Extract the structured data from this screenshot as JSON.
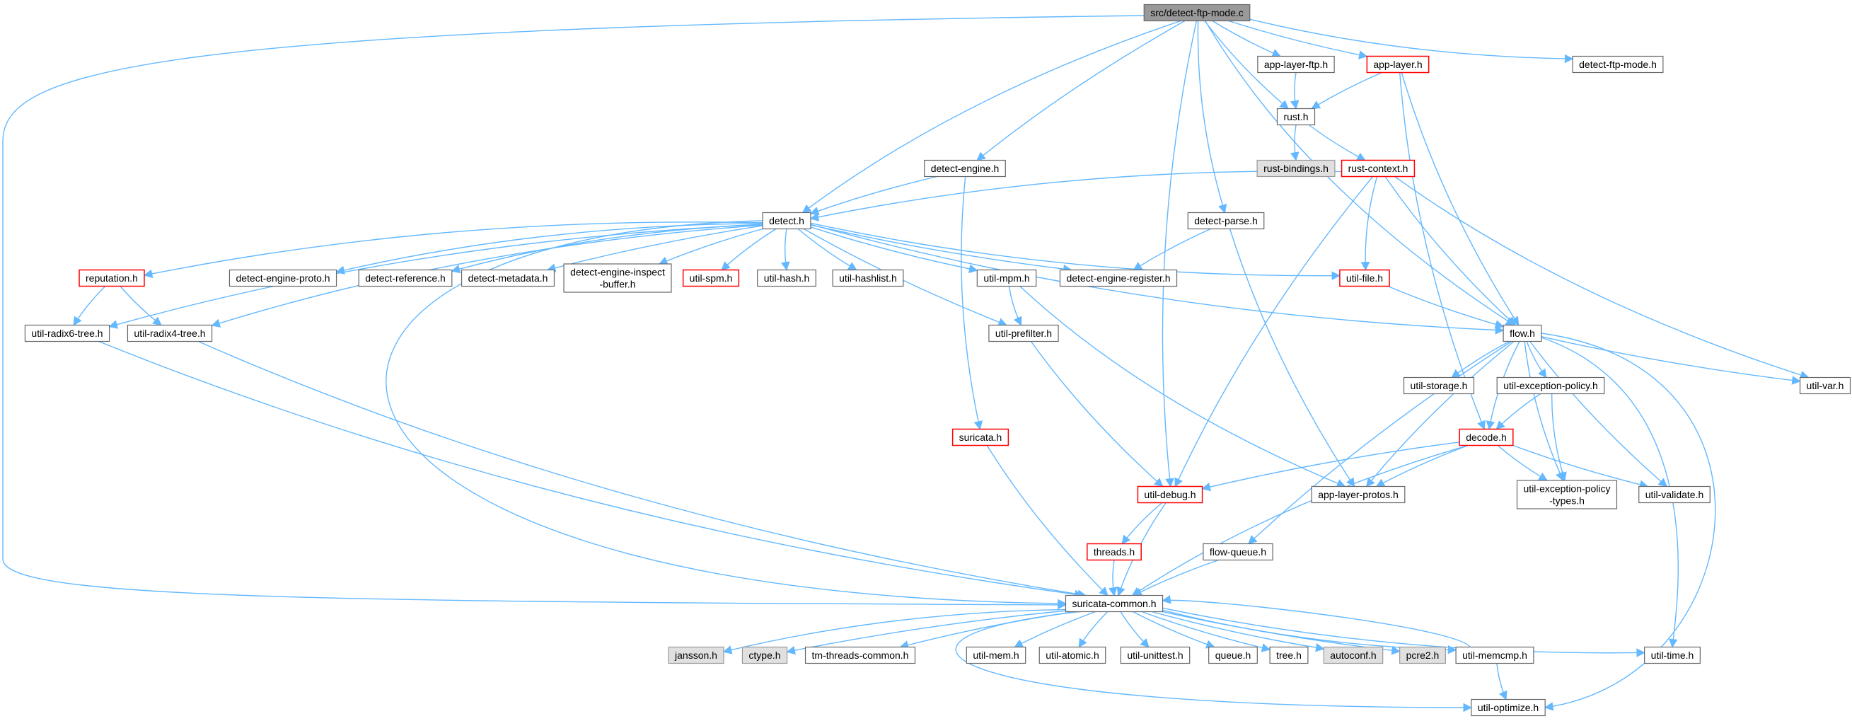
{
  "colors": {
    "edge": "#63b8ff",
    "node_border": "#666666",
    "root_fill": "#999999",
    "root_border": "#666666",
    "red_border": "#ff0000",
    "gray_fill": "#e0e0e0",
    "gray_border": "#999999",
    "white_fill": "#ffffff"
  },
  "nodes": [
    {
      "id": "root",
      "label": "src/detect-ftp-mode.c",
      "style": "root"
    },
    {
      "id": "applayerftp",
      "label": "app-layer-ftp.h",
      "style": "normal"
    },
    {
      "id": "applayer",
      "label": "app-layer.h",
      "style": "red"
    },
    {
      "id": "detectftpmode",
      "label": "detect-ftp-mode.h",
      "style": "normal"
    },
    {
      "id": "rust",
      "label": "rust.h",
      "style": "normal"
    },
    {
      "id": "rustbindings",
      "label": "rust-bindings.h",
      "style": "gray"
    },
    {
      "id": "rustcontext",
      "label": "rust-context.h",
      "style": "red"
    },
    {
      "id": "detectengine",
      "label": "detect-engine.h",
      "style": "normal"
    },
    {
      "id": "detect",
      "label": "detect.h",
      "style": "normal"
    },
    {
      "id": "detectparse",
      "label": "detect-parse.h",
      "style": "normal"
    },
    {
      "id": "reputation",
      "label": "reputation.h",
      "style": "red"
    },
    {
      "id": "detectengineproto",
      "label": "detect-engine-proto.h",
      "style": "normal"
    },
    {
      "id": "detectreference",
      "label": "detect-reference.h",
      "style": "normal"
    },
    {
      "id": "detectmetadata",
      "label": "detect-metadata.h",
      "style": "normal"
    },
    {
      "id": "detectengineinspect",
      "label": "detect-engine-inspect",
      "label2": "-buffer.h",
      "style": "normal"
    },
    {
      "id": "utilspm",
      "label": "util-spm.h",
      "style": "red"
    },
    {
      "id": "utilhash",
      "label": "util-hash.h",
      "style": "normal"
    },
    {
      "id": "utilhashlist",
      "label": "util-hashlist.h",
      "style": "normal"
    },
    {
      "id": "utilmpm",
      "label": "util-mpm.h",
      "style": "normal"
    },
    {
      "id": "detectengineregister",
      "label": "detect-engine-register.h",
      "style": "normal"
    },
    {
      "id": "utilfile",
      "label": "util-file.h",
      "style": "red"
    },
    {
      "id": "utilradix6",
      "label": "util-radix6-tree.h",
      "style": "normal"
    },
    {
      "id": "utilradix4",
      "label": "util-radix4-tree.h",
      "style": "normal"
    },
    {
      "id": "utilprefilter",
      "label": "util-prefilter.h",
      "style": "normal"
    },
    {
      "id": "flow",
      "label": "flow.h",
      "style": "normal"
    },
    {
      "id": "utilstorage",
      "label": "util-storage.h",
      "style": "normal"
    },
    {
      "id": "utilexceptionpolicy",
      "label": "util-exception-policy.h",
      "style": "normal"
    },
    {
      "id": "utilvar",
      "label": "util-var.h",
      "style": "normal"
    },
    {
      "id": "suricata",
      "label": "suricata.h",
      "style": "red"
    },
    {
      "id": "decode",
      "label": "decode.h",
      "style": "red"
    },
    {
      "id": "utildebug",
      "label": "util-debug.h",
      "style": "red"
    },
    {
      "id": "applayerprotos",
      "label": "app-layer-protos.h",
      "style": "normal"
    },
    {
      "id": "utilexceptionpolicytypes",
      "label": "util-exception-policy",
      "label2": "-types.h",
      "style": "normal"
    },
    {
      "id": "utilvalidate",
      "label": "util-validate.h",
      "style": "normal"
    },
    {
      "id": "threads",
      "label": "threads.h",
      "style": "red"
    },
    {
      "id": "flowqueue",
      "label": "flow-queue.h",
      "style": "normal"
    },
    {
      "id": "suricatacommon",
      "label": "suricata-common.h",
      "style": "normal"
    },
    {
      "id": "jansson",
      "label": "jansson.h",
      "style": "gray"
    },
    {
      "id": "ctype",
      "label": "ctype.h",
      "style": "gray"
    },
    {
      "id": "tmthreadscommon",
      "label": "tm-threads-common.h",
      "style": "normal"
    },
    {
      "id": "utilmem",
      "label": "util-mem.h",
      "style": "normal"
    },
    {
      "id": "utilatomic",
      "label": "util-atomic.h",
      "style": "normal"
    },
    {
      "id": "utilunittest",
      "label": "util-unittest.h",
      "style": "normal"
    },
    {
      "id": "queue",
      "label": "queue.h",
      "style": "normal"
    },
    {
      "id": "tree",
      "label": "tree.h",
      "style": "normal"
    },
    {
      "id": "autoconf",
      "label": "autoconf.h",
      "style": "gray"
    },
    {
      "id": "pcre2",
      "label": "pcre2.h",
      "style": "gray"
    },
    {
      "id": "utilmemcmp",
      "label": "util-memcmp.h",
      "style": "normal"
    },
    {
      "id": "utiltime",
      "label": "util-time.h",
      "style": "normal"
    },
    {
      "id": "utiloptimize",
      "label": "util-optimize.h",
      "style": "normal"
    }
  ],
  "edges": [
    [
      "root",
      "applayerftp"
    ],
    [
      "root",
      "applayer"
    ],
    [
      "root",
      "detectftpmode"
    ],
    [
      "root",
      "rust"
    ],
    [
      "root",
      "detectengine"
    ],
    [
      "root",
      "detect"
    ],
    [
      "root",
      "detectparse"
    ],
    [
      "root",
      "utildebug"
    ],
    [
      "root",
      "flow"
    ],
    [
      "root",
      "suricatacommon"
    ],
    [
      "applayerftp",
      "rust"
    ],
    [
      "applayer",
      "rust"
    ],
    [
      "applayer",
      "flow"
    ],
    [
      "applayer",
      "decode"
    ],
    [
      "rust",
      "rustbindings"
    ],
    [
      "rust",
      "rustcontext"
    ],
    [
      "rustcontext",
      "detect"
    ],
    [
      "rustcontext",
      "utilfile"
    ],
    [
      "rustcontext",
      "flow"
    ],
    [
      "rustcontext",
      "utilvar"
    ],
    [
      "rustcontext",
      "utildebug"
    ],
    [
      "detectengine",
      "detect"
    ],
    [
      "detectengine",
      "suricata"
    ],
    [
      "detectparse",
      "detectengineregister"
    ],
    [
      "detectparse",
      "applayerprotos"
    ],
    [
      "detect",
      "reputation"
    ],
    [
      "detect",
      "detectengineproto"
    ],
    [
      "detect",
      "detectreference"
    ],
    [
      "detect",
      "detectmetadata"
    ],
    [
      "detect",
      "detectengineinspect"
    ],
    [
      "detect",
      "utilspm"
    ],
    [
      "detect",
      "utilhash"
    ],
    [
      "detect",
      "utilhashlist"
    ],
    [
      "detect",
      "utilmpm"
    ],
    [
      "detect",
      "detectengineregister"
    ],
    [
      "detect",
      "utilfile"
    ],
    [
      "detect",
      "utilradix6"
    ],
    [
      "detect",
      "utilradix4"
    ],
    [
      "detect",
      "utilprefilter"
    ],
    [
      "detect",
      "flow"
    ],
    [
      "detect",
      "suricatacommon"
    ],
    [
      "reputation",
      "utilradix6"
    ],
    [
      "reputation",
      "utilradix4"
    ],
    [
      "utilradix6",
      "suricatacommon"
    ],
    [
      "utilradix4",
      "suricatacommon"
    ],
    [
      "utilmpm",
      "utilprefilter"
    ],
    [
      "utilmpm",
      "applayerprotos"
    ],
    [
      "utilprefilter",
      "utildebug"
    ],
    [
      "utilfile",
      "flow"
    ],
    [
      "flow",
      "utilstorage"
    ],
    [
      "flow",
      "utilexceptionpolicy"
    ],
    [
      "flow",
      "utilvar"
    ],
    [
      "flow",
      "decode"
    ],
    [
      "flow",
      "applayerprotos"
    ],
    [
      "flow",
      "flowqueue"
    ],
    [
      "flow",
      "utilexceptionpolicytypes"
    ],
    [
      "flow",
      "utilvalidate"
    ],
    [
      "flow",
      "utiltime"
    ],
    [
      "flow",
      "utiloptimize"
    ],
    [
      "utilexceptionpolicy",
      "decode"
    ],
    [
      "utilexceptionpolicy",
      "utilexceptionpolicytypes"
    ],
    [
      "decode",
      "utildebug"
    ],
    [
      "decode",
      "applayerprotos"
    ],
    [
      "decode",
      "utilexceptionpolicytypes"
    ],
    [
      "decode",
      "utilvalidate"
    ],
    [
      "decode",
      "suricatacommon"
    ],
    [
      "suricata",
      "suricatacommon"
    ],
    [
      "utildebug",
      "threads"
    ],
    [
      "utildebug",
      "suricatacommon"
    ],
    [
      "threads",
      "suricatacommon"
    ],
    [
      "flowqueue",
      "suricatacommon"
    ],
    [
      "suricatacommon",
      "jansson"
    ],
    [
      "suricatacommon",
      "ctype"
    ],
    [
      "suricatacommon",
      "tmthreadscommon"
    ],
    [
      "suricatacommon",
      "utilmem"
    ],
    [
      "suricatacommon",
      "utilatomic"
    ],
    [
      "suricatacommon",
      "utilunittest"
    ],
    [
      "suricatacommon",
      "queue"
    ],
    [
      "suricatacommon",
      "tree"
    ],
    [
      "suricatacommon",
      "autoconf"
    ],
    [
      "suricatacommon",
      "pcre2"
    ],
    [
      "suricatacommon",
      "utilmemcmp"
    ],
    [
      "suricatacommon",
      "utiltime"
    ],
    [
      "suricatacommon",
      "utiloptimize"
    ],
    [
      "utilmemcmp",
      "suricatacommon"
    ],
    [
      "utilmemcmp",
      "utiloptimize"
    ]
  ]
}
